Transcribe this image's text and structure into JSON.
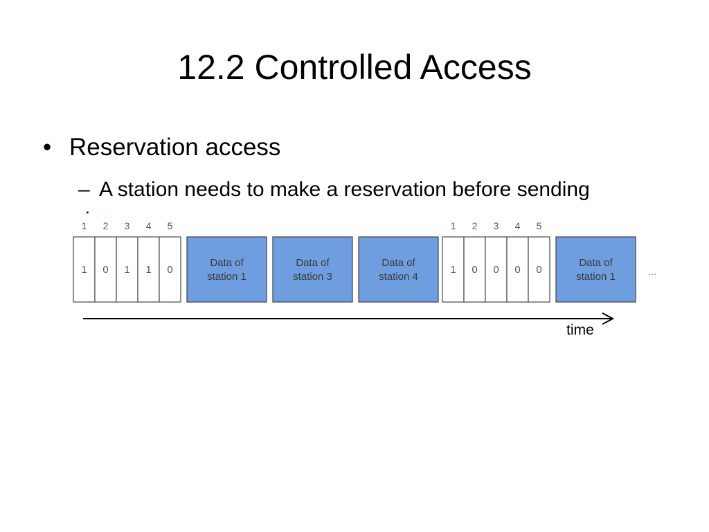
{
  "slide": {
    "title": "12.2 Controlled Access",
    "bullet": "Reservation access",
    "sub_bullet": "A station needs to make a reservation before sending data."
  },
  "diagram": {
    "frames": [
      {
        "slot_numbers": [
          "1",
          "2",
          "3",
          "4",
          "5"
        ],
        "bits": [
          "1",
          "0",
          "1",
          "1",
          "0"
        ],
        "data_blocks": [
          {
            "line1": "Data of",
            "line2": "station 1"
          },
          {
            "line1": "Data of",
            "line2": "station 3"
          },
          {
            "line1": "Data of",
            "line2": "station 4"
          }
        ]
      },
      {
        "slot_numbers": [
          "1",
          "2",
          "3",
          "4",
          "5"
        ],
        "bits": [
          "1",
          "0",
          "0",
          "0",
          "0"
        ],
        "data_blocks": [
          {
            "line1": "Data of",
            "line2": "station 1"
          }
        ]
      }
    ],
    "ellipsis": "...",
    "time_label": "time",
    "colors": {
      "data_fill": "#6f9ee0",
      "data_stroke": "#4a4a4a",
      "slot_stroke": "#555555",
      "slot_text": "#555555"
    }
  }
}
